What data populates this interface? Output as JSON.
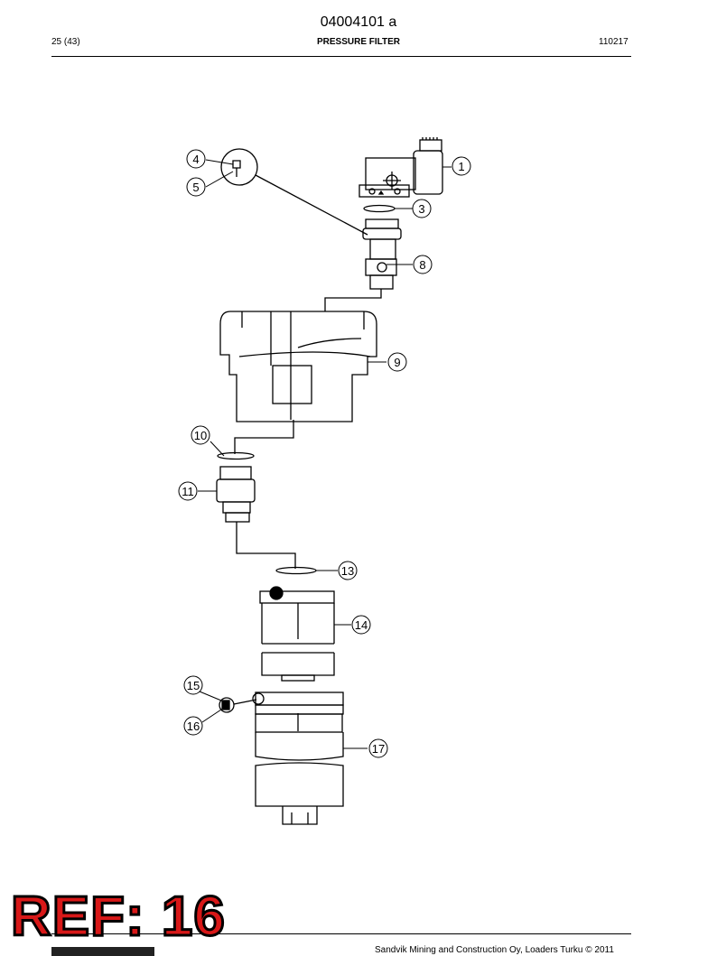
{
  "header": {
    "doc_id": "04004101 a",
    "page": "25 (43)",
    "title": "PRESSURE FILTER",
    "code": "110217"
  },
  "diagram": {
    "callouts": [
      "1",
      "3",
      "4",
      "5",
      "8",
      "9",
      "10",
      "11",
      "13",
      "14",
      "15",
      "16",
      "17"
    ]
  },
  "stamp": {
    "text": "REF: 16"
  },
  "footer": {
    "copyright": "Sandvik Mining and Construction Oy, Loaders Turku © 2011"
  }
}
